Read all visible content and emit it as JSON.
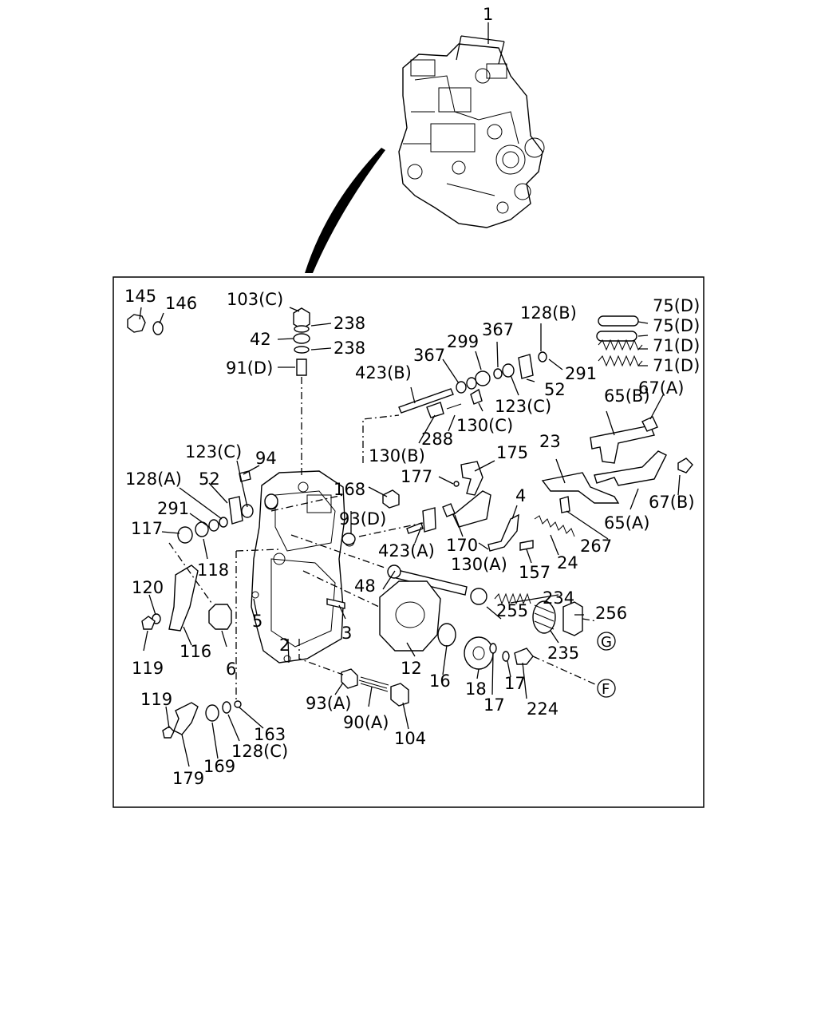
{
  "callouts": [
    "1",
    "145",
    "146",
    "103(C)",
    "238",
    "42",
    "238",
    "91(D)",
    "423(B)",
    "367",
    "299",
    "367",
    "128(B)",
    "75(D)",
    "75(D)",
    "71(D)",
    "71(D)",
    "291",
    "52",
    "123(C)",
    "130(C)",
    "288",
    "130(B)",
    "65(B)",
    "67(A)",
    "23",
    "175",
    "177",
    "123(C)",
    "94",
    "128(A)",
    "52",
    "168",
    "291",
    "93(D)",
    "117",
    "118",
    "423(A)",
    "170",
    "4",
    "130(A)",
    "157",
    "24",
    "267",
    "65(A)",
    "67(B)",
    "120",
    "48",
    "234",
    "256",
    "255",
    "235",
    "5",
    "3",
    "2",
    "116",
    "119",
    "6",
    "12",
    "16",
    "18",
    "17",
    "17",
    "224",
    "93(A)",
    "90(A)",
    "104",
    "119",
    "163",
    "128(C)",
    "169",
    "179"
  ],
  "circle_refs": [
    "G",
    "F"
  ]
}
